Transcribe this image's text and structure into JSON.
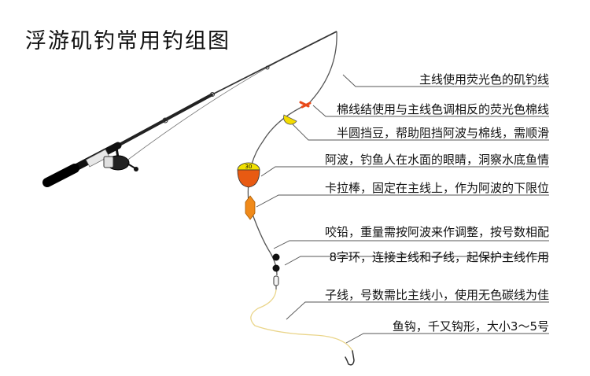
{
  "title": "浮游矶钓常用钓组图",
  "float_number": "30",
  "colors": {
    "line": "#555555",
    "float_yellow": "#f2e100",
    "float_orange": "#e85a12",
    "stopper_yellow": "#f4dc00",
    "peg_orange": "#f08a1a",
    "knot_red": "#e84a1a",
    "leader": "#ead58a"
  },
  "callouts": [
    {
      "id": "main-line",
      "text": "主线使用荧光色的矶钓线"
    },
    {
      "id": "line-knot",
      "text": "棉线结使用与主线色调相反的荧光色棉线"
    },
    {
      "id": "stopper-bead",
      "text": "半圆挡豆，帮助阻挡阿波与棉线，需顺滑"
    },
    {
      "id": "float",
      "text": "阿波，钓鱼人在水面的眼睛，洞察水底鱼情"
    },
    {
      "id": "float-peg",
      "text": "卡拉棒，固定在主线上，作为阿波的下限位"
    },
    {
      "id": "split-shot",
      "text": "咬铅，重量需按阿波来作调整，按号数相配"
    },
    {
      "id": "swivel",
      "text": "8字环，连接主线和子线，起保护主线作用"
    },
    {
      "id": "leader",
      "text": "子线，号数需比主线小，使用无色碳线为佳"
    },
    {
      "id": "hook",
      "text": "鱼钩，千又钩形，大小3～5号"
    }
  ]
}
